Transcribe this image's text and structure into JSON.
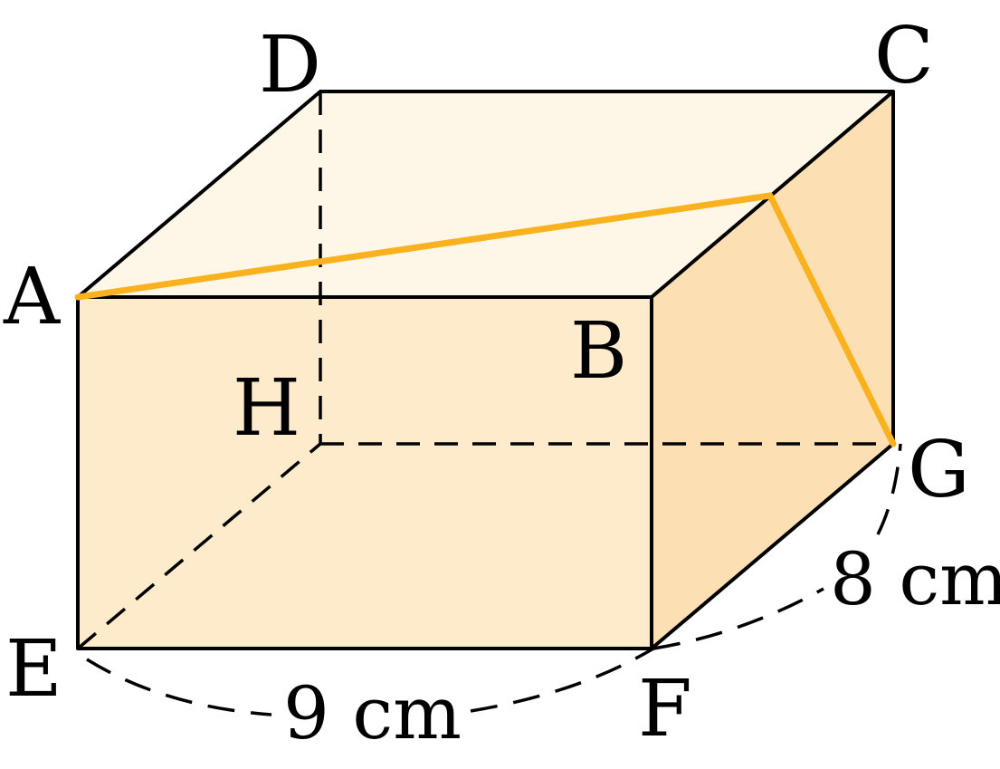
{
  "vertices": {
    "A": "A",
    "B": "B",
    "C": "C",
    "D": "D",
    "E": "E",
    "F": "F",
    "G": "G",
    "H": "H"
  },
  "dimensions": {
    "length_ef": "9 cm",
    "width_fg": "8 cm"
  },
  "colors": {
    "front_face": "#fdebcc",
    "top_face": "#fef6e7",
    "right_face": "#fce0b4",
    "shortest_path": "#f9b21d"
  }
}
